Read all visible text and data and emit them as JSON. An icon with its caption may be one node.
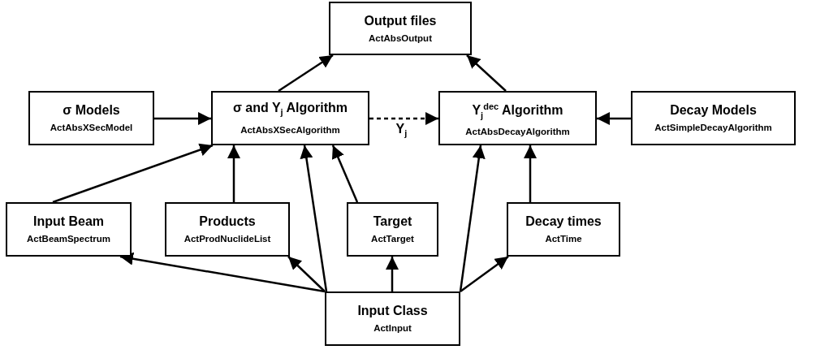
{
  "diagram": {
    "nodes": [
      {
        "text": [
          "Output files",
          "ActAbsOutput"
        ]
      },
      {
        "text": [
          "σ Models",
          "ActAbsXSecModel"
        ]
      },
      {
        "text": [
          "σ and Y$_{j}$ Algorithm",
          "ActAbsXSecAlgorithm"
        ]
      },
      {
        "text": [
          "Y$_{j}$$^{dec}$ Algorithm",
          "ActAbsDecayAlgorithm"
        ]
      },
      {
        "text": [
          "Decay Models",
          "ActSimpleDecayAlgorithm"
        ]
      },
      {
        "text": [
          "Input Beam",
          "ActBeamSpectrum"
        ]
      },
      {
        "text": [
          "Products",
          "ActProdNuclideList"
        ]
      },
      {
        "text": [
          "Target",
          "ActTarget"
        ]
      },
      {
        "text": [
          "Decay times",
          "ActTime"
        ]
      },
      {
        "text": [
          "Input Class",
          "ActInput"
        ]
      }
    ],
    "edges": [
      {
        "from": 2,
        "to": 0,
        "arrow": "to"
      },
      {
        "from": 3,
        "to": 0,
        "arrow": "to"
      },
      {
        "from": 1,
        "to": 2,
        "arrow": "to"
      },
      {
        "from": 2,
        "to": 3,
        "arrow": "to",
        "label": "Y$_{j}$",
        "style": "dashed"
      },
      {
        "from": 4,
        "to": 3,
        "arrow": "to"
      },
      {
        "from": 5,
        "to": 2,
        "arrow": "to"
      },
      {
        "from": 6,
        "to": 2,
        "arrow": "to"
      },
      {
        "from": 7,
        "to": 2,
        "arrow": "to"
      },
      {
        "from": 9,
        "to": 2,
        "arrow": "to"
      },
      {
        "from": 9,
        "to": 3,
        "arrow": "to"
      },
      {
        "from": 8,
        "to": 3,
        "arrow": "to"
      },
      {
        "from": 9,
        "to": 5,
        "arrow": "to"
      },
      {
        "from": 9,
        "to": 6,
        "arrow": "to"
      },
      {
        "from": 9,
        "to": 7,
        "arrow": "to"
      },
      {
        "from": 9,
        "to": 8,
        "arrow": "to"
      }
    ]
  }
}
